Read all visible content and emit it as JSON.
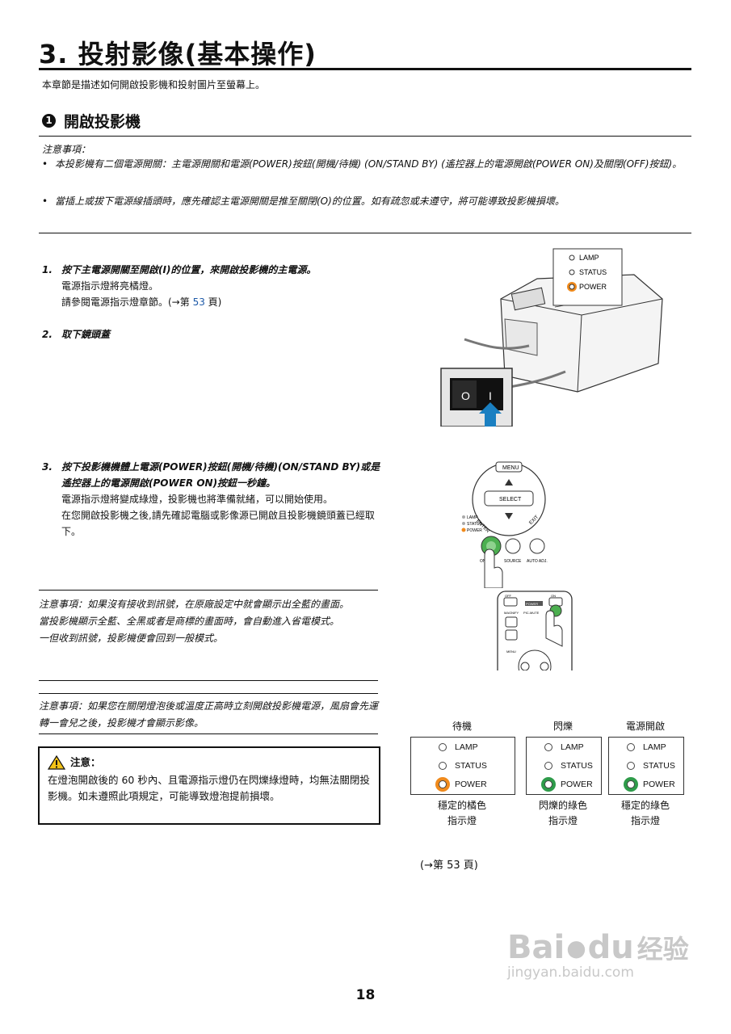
{
  "title": "3. 投射影像(基本操作)",
  "intro": "本章節是描述如何開啟投影機和投射圖片至螢幕上。",
  "section": {
    "bullet": "1",
    "heading": "開啟投影機"
  },
  "notes": {
    "heading": "注意事項：",
    "items": [
      "本投影機有二個電源開關：主電源開關和電源(POWER)按鈕(開機/待機) (ON/STAND BY) (遙控器上的電源開啟(POWER ON)及關閉(OFF)按鈕)。",
      "當插上或拔下電源線插頭時，應先確認主電源開關是推至關閉(O)的位置。如有疏忽或未遵守，將可能導致投影機損壞。"
    ]
  },
  "steps": [
    {
      "num": "1.",
      "head": "按下主電源開關至開啟(I)的位置，來開啟投影機的主電源。",
      "body1": "電源指示燈將亮橘燈。",
      "body2a": "請參閱電源指示燈章節。(→第 ",
      "body2b": "53",
      "body2c": " 頁)"
    },
    {
      "num": "2.",
      "head": "取下鏡頭蓋"
    },
    {
      "num": "3.",
      "head": "按下投影機機體上電源(POWER)按鈕(開機/待機)(ON/STAND BY)或是遙控器上的電源開啟(POWER ON)按鈕一秒鐘。",
      "body1": "電源指示燈將變成綠燈，投影機也將準備就緒，可以開始使用。",
      "body2": "在您開啟投影機之後,請先確認電腦或影像源已開啟且投影機鏡頭蓋已經取下。"
    }
  ],
  "note_box1": [
    "注意事項：如果沒有接收到訊號，在原廠設定中就會顯示出全藍的畫面。",
    "當投影機顯示全藍、全黑或者是商標的畫面時，會自動進入省電模式。",
    "一但收到訊號，投影機便會回到一般模式。"
  ],
  "note_box2": "注意事項：如果您在關閉燈泡後或溫度正高時立刻開啟投影機電源，風扇會先運轉一會兒之後，投影機才會顯示影像。",
  "caution": {
    "heading": "注意：",
    "body": "在燈泡開啟後的 60 秒內、且電源指示燈仍在閃爍綠燈時，均無法關閉投影機。如未遵照此項規定，可能導致燈泡提前損壞。"
  },
  "figure_top": {
    "labels": [
      "LAMP",
      "STATUS",
      "POWER"
    ],
    "switch": [
      "O",
      "I"
    ]
  },
  "figure_panel": {
    "menu": "MENU",
    "select": "SELECT",
    "enter": "ENTER",
    "exit": "EXIT",
    "lamp": "LAMP",
    "status": "STATUS",
    "power": "POWER",
    "on": "ON",
    "source": "SOURCE",
    "auto_adj": "AUTO ADJ."
  },
  "figure_remote": {
    "off": "OFF",
    "power": "POWER",
    "on": "ON",
    "magnify": "MAGNIFY",
    "pic_mute": "PIC-MUTE",
    "menu": "MENU"
  },
  "indicators": [
    {
      "title": "待機",
      "caption1": "穩定的橘色",
      "caption2": "指示燈",
      "color": "#f08a1c"
    },
    {
      "title": "閃爍",
      "caption1": "閃爍的綠色",
      "caption2": "指示燈",
      "color": "#2e9b4a"
    },
    {
      "title": "電源開啟",
      "caption1": "穩定的綠色",
      "caption2": "指示燈",
      "color": "#2e9b4a"
    }
  ],
  "indicator_labels": [
    "LAMP",
    "STATUS",
    "POWER"
  ],
  "page_ref": "(→第 53 頁)",
  "page_number": "18",
  "watermark": {
    "brand": "Bai",
    "du": "du",
    "cn": "经验",
    "url": "jingyan.baidu.com"
  }
}
